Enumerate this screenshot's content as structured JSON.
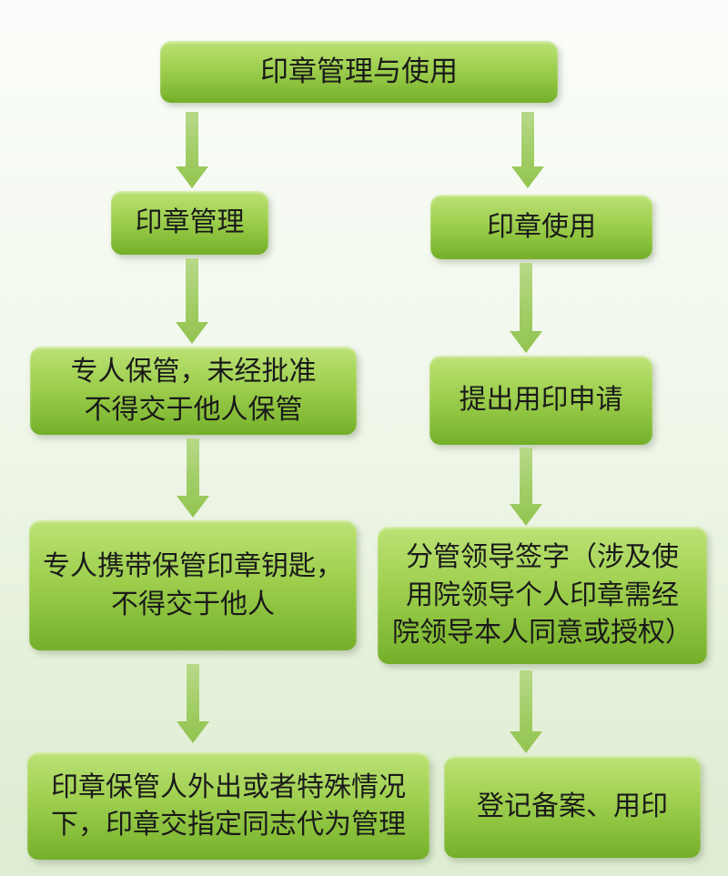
{
  "flowchart": {
    "root": {
      "label": "印章管理与使用"
    },
    "branches": [
      {
        "header": "印章管理",
        "steps": [
          "专人保管，未经批准\n不得交于他人保管",
          "专人携带保管印章钥匙，\n不得交于他人",
          "印章保管人外出或者特殊情况\n下，印章交指定同志代为管理"
        ]
      },
      {
        "header": "印章使用",
        "steps": [
          "提出用印申请",
          "分管领导签字（涉及使\n用院领导个人印章需经\n院领导本人同意或授权）",
          "登记备案、用印"
        ]
      }
    ],
    "style": {
      "node_gradient_top": "#bce276",
      "node_gradient_bottom": "#74af2a",
      "arrow_color": "#9ecf5e",
      "text_color": "#1a1a1a",
      "background_top": "#fbfdfa",
      "background_bottom": "#deecd2"
    }
  }
}
